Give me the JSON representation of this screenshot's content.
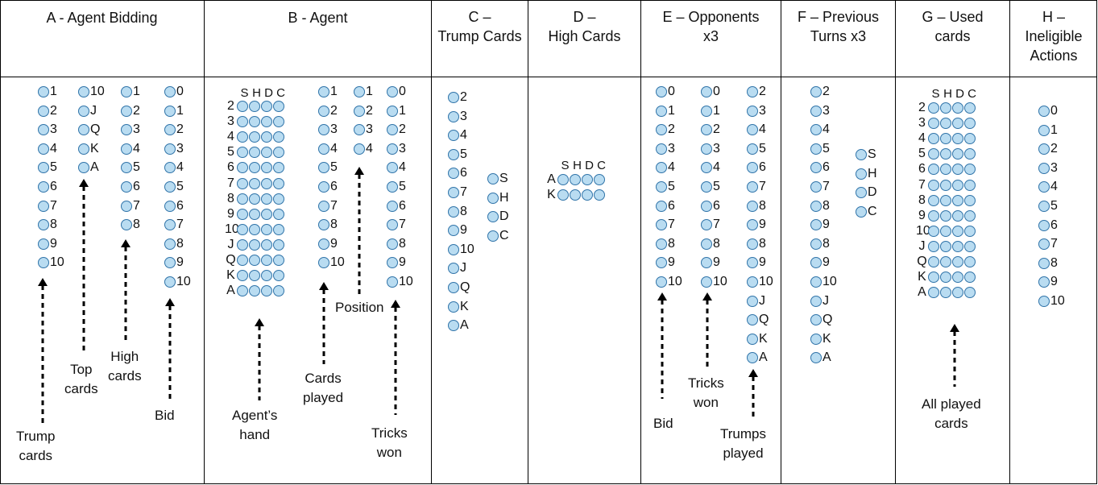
{
  "columns": [
    {
      "header": "A - Agent Bidding"
    },
    {
      "header": "B - Agent"
    },
    {
      "header": "C –\nTrump Cards"
    },
    {
      "header": "D –\nHigh Cards"
    },
    {
      "header": "E – Opponents\nx3"
    },
    {
      "header": "F – Previous\nTurns x3"
    },
    {
      "header": "G – Used\ncards"
    },
    {
      "header": "H –\nIneligible\nActions"
    }
  ],
  "colors": {
    "node_fill": "#b9dcf1",
    "node_stroke": "#2f73a8",
    "line": "#000000"
  },
  "value_lists": {
    "cards_2_10": [
      "2",
      "3",
      "4",
      "5",
      "6",
      "7",
      "8",
      "9",
      "10"
    ],
    "zero_to_ten": [
      "0",
      "1",
      "2",
      "3",
      "4",
      "5",
      "6",
      "7",
      "8",
      "9",
      "10"
    ],
    "one_to_ten": [
      "1",
      "2",
      "3",
      "4",
      "5",
      "6",
      "7",
      "8",
      "9",
      "10"
    ],
    "top_cards": [
      "10",
      "J",
      "Q",
      "K",
      "A"
    ],
    "high_cards": [
      "1",
      "2",
      "3",
      "4",
      "5",
      "6",
      "7",
      "8"
    ],
    "position_a": [
      "1",
      "2",
      "3",
      "4"
    ],
    "position_b": [
      "1",
      "2",
      "3"
    ],
    "one_to_nine": [
      "1",
      "2",
      "3",
      "4",
      "5",
      "6",
      "7",
      "8",
      "9",
      "10"
    ],
    "trump_cards": [
      "2",
      "3",
      "4",
      "5",
      "6",
      "7",
      "8",
      "9",
      "10",
      "J",
      "Q",
      "K",
      "A"
    ],
    "suits": [
      "S",
      "H",
      "D",
      "C"
    ],
    "ranks": [
      "2",
      "3",
      "4",
      "5",
      "6",
      "7",
      "8",
      "9",
      "10",
      "J",
      "Q",
      "K",
      "A"
    ],
    "trumps_played": [
      "2",
      "3",
      "4",
      "5",
      "6",
      "7",
      "8",
      "9",
      "8",
      "9",
      "10",
      "J",
      "Q",
      "K",
      "A"
    ],
    "prev_turns": [
      "2",
      "3",
      "4",
      "5",
      "6",
      "7",
      "8",
      "9",
      "8",
      "9",
      "10",
      "J",
      "Q",
      "K",
      "A"
    ],
    "high_rows": [
      "A",
      "K"
    ]
  },
  "annotations": {
    "trump_cards": "Trump\ncards",
    "top_cards": "Top\ncards",
    "high_cards": "High\ncards",
    "bid_a": "Bid",
    "agents_hand": "Agent’s\nhand",
    "cards_played": "Cards\nplayed",
    "position": "Position",
    "tricks_won_b": "Tricks\nwon",
    "bid_e": "Bid",
    "tricks_won_e": "Tricks\nwon",
    "trumps_played": "Trumps\nplayed",
    "all_played": "All played\ncards"
  }
}
